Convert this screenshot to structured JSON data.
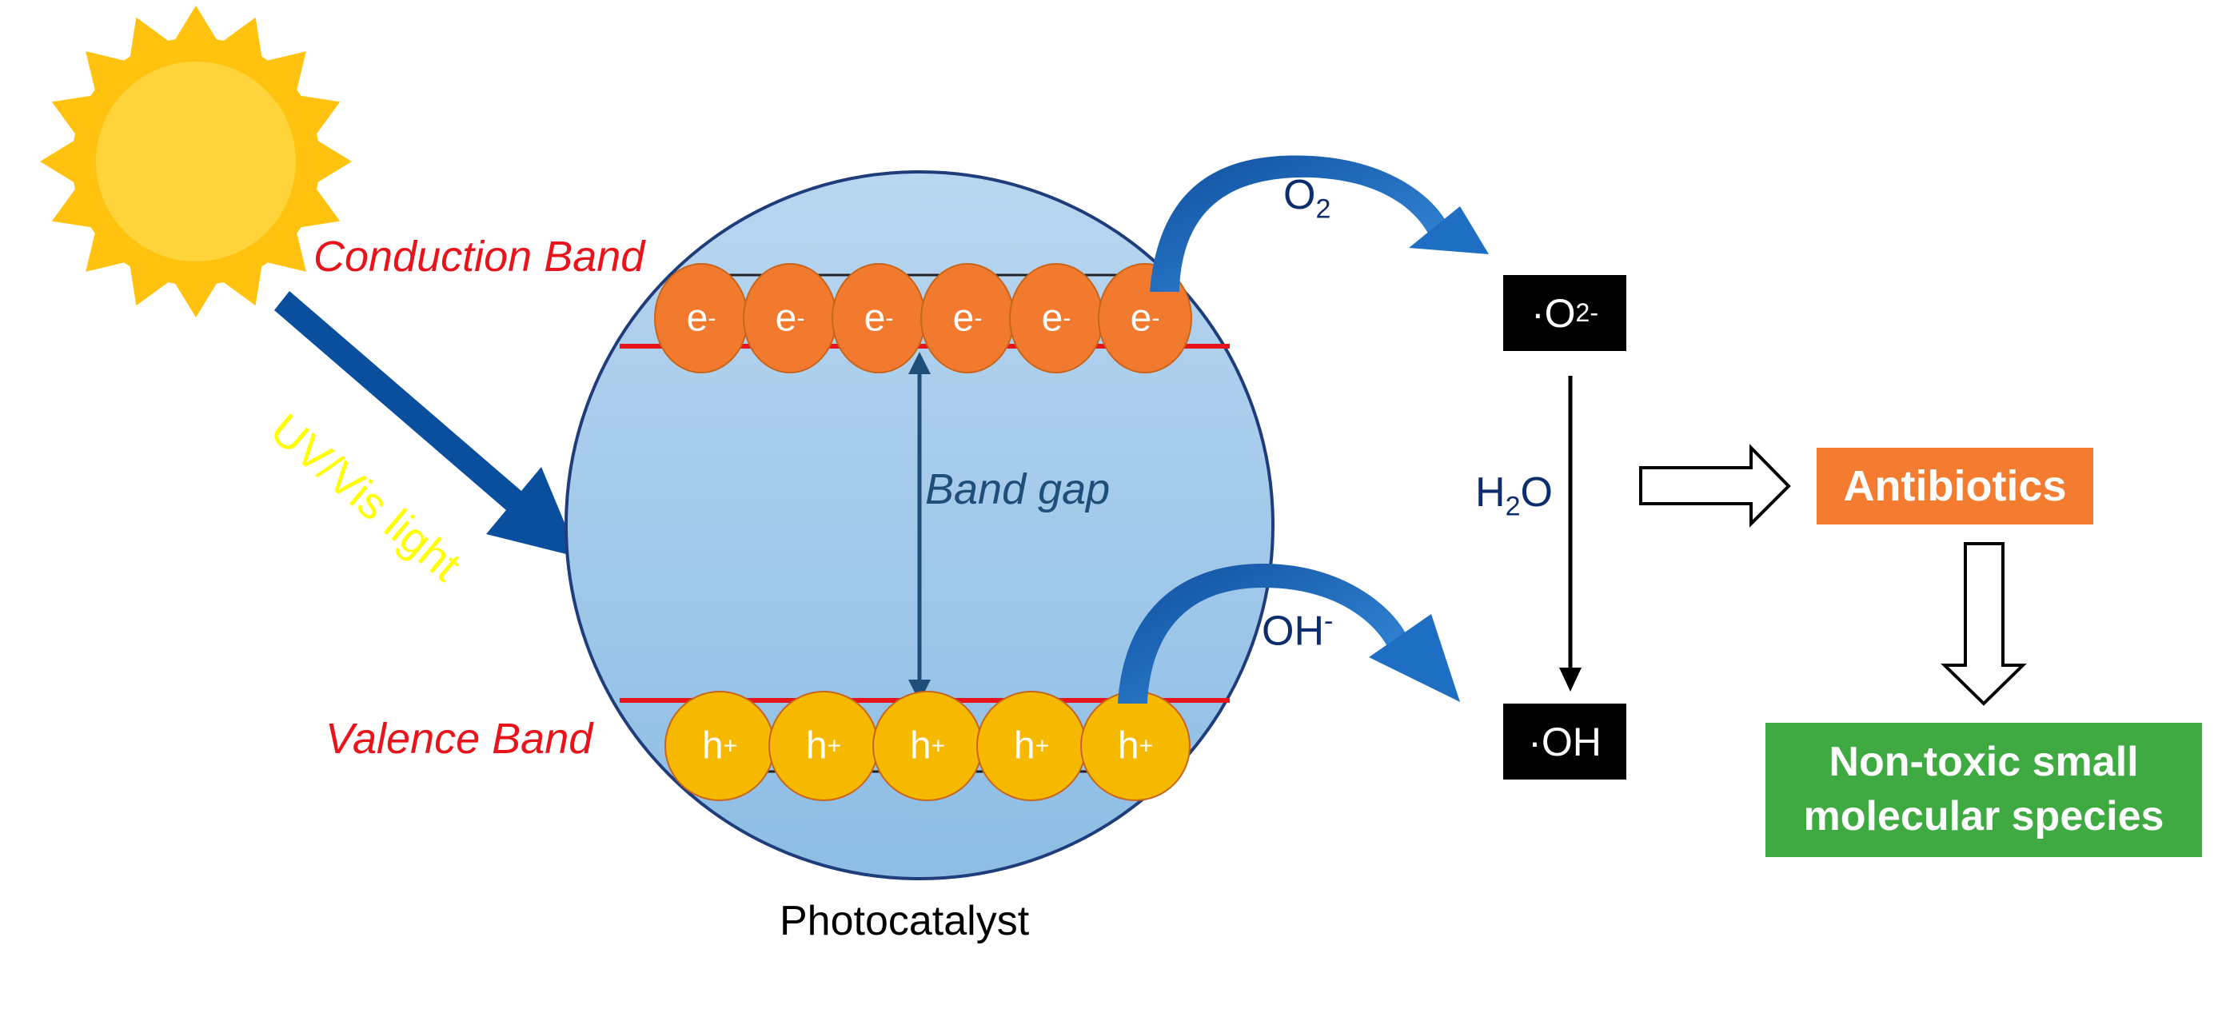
{
  "labels": {
    "light": "UV/Vis light",
    "conduction_band": "Conduction Band",
    "valence_band": "Valence Band",
    "band_gap": "Band gap",
    "photocatalyst": "Photocatalyst",
    "antibiotics": "Antibiotics",
    "product_line1": "Non-toxic small",
    "product_line2": "molecular species"
  },
  "species": {
    "o2_main": "O",
    "o2_sub": "2",
    "oh_main": "OH",
    "oh_sup": "-",
    "h2o_h": "H",
    "h2o_sub": "2",
    "h2o_o": "O",
    "superoxide_main": "·O",
    "superoxide_sub": "2",
    "superoxide_sup": "-",
    "hydroxyl": "·OH"
  },
  "particles": {
    "electron_symbol": "e",
    "electron_charge": "-",
    "hole_symbol": "h",
    "hole_charge": "+",
    "electron_count": 6,
    "hole_count": 5
  },
  "colors": {
    "sphere": "#9ec6e8",
    "sphere_edge": "#1f3d7a",
    "electron": "#f27a2e",
    "hole": "#f7b900",
    "band_line": "#e8141c",
    "arrow_blue": "#1e6fc4",
    "light_arrow": "#0a4f9e",
    "light_text": "#ffff00",
    "antibiotics_box": "#f47c30",
    "product_box": "#3faa42",
    "sun": "#ffc20e"
  }
}
